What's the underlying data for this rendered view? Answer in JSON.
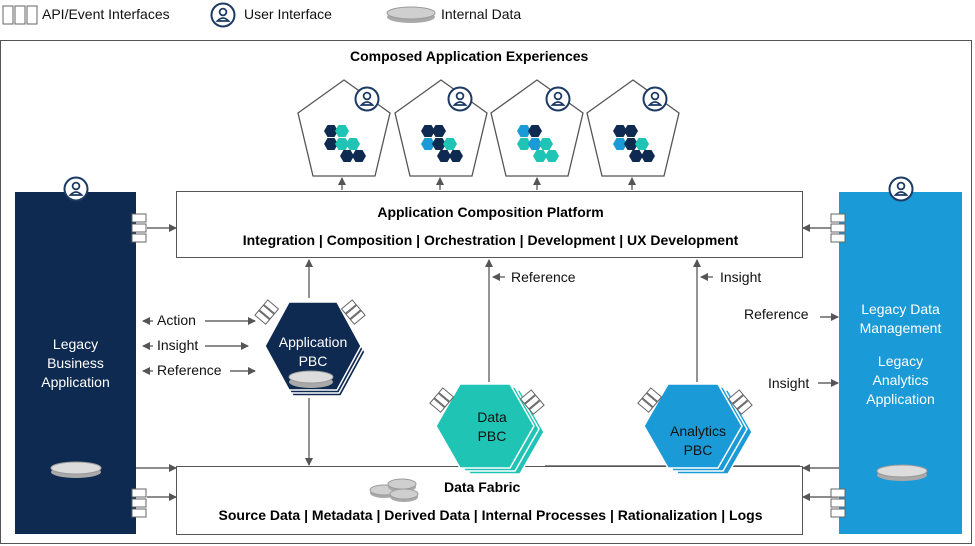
{
  "legend": {
    "api": "API/Event Interfaces",
    "ui": "User Interface",
    "data": "Internal  Data"
  },
  "experiences_title": "Composed Application  Experiences",
  "platform": {
    "title": "Application  Composition  Platform",
    "subtitle": "Integration | Composition | Orchestration | Development | UX Development"
  },
  "fabric": {
    "title": "Data Fabric",
    "subtitle": "Source Data | Metadata | Derived Data | Internal Processes | Rationalization | Logs"
  },
  "legacy_business": {
    "line1": "Legacy",
    "line2": "Business",
    "line3": "Application"
  },
  "legacy_right": {
    "line1": "Legacy Data",
    "line2": "Management",
    "line3": "Legacy",
    "line4": "Analytics",
    "line5": "Application"
  },
  "pbc": {
    "application": {
      "line1": "Application",
      "line2": "PBC"
    },
    "data": {
      "line1": "Data",
      "line2": "PBC"
    },
    "analytics": {
      "line1": "Analytics",
      "line2": "PBC"
    }
  },
  "labels": {
    "action": "Action",
    "insight_left": "Insight",
    "reference_left": "Reference",
    "reference_mid": "Reference",
    "insight_mid": "Insight",
    "reference_right": "Reference",
    "insight_right": "Insight"
  },
  "colors": {
    "navy": "#0f2a50",
    "teal": "#1fc4b4",
    "blue": "#1a9ad6",
    "gray": "#b8b8b8"
  }
}
